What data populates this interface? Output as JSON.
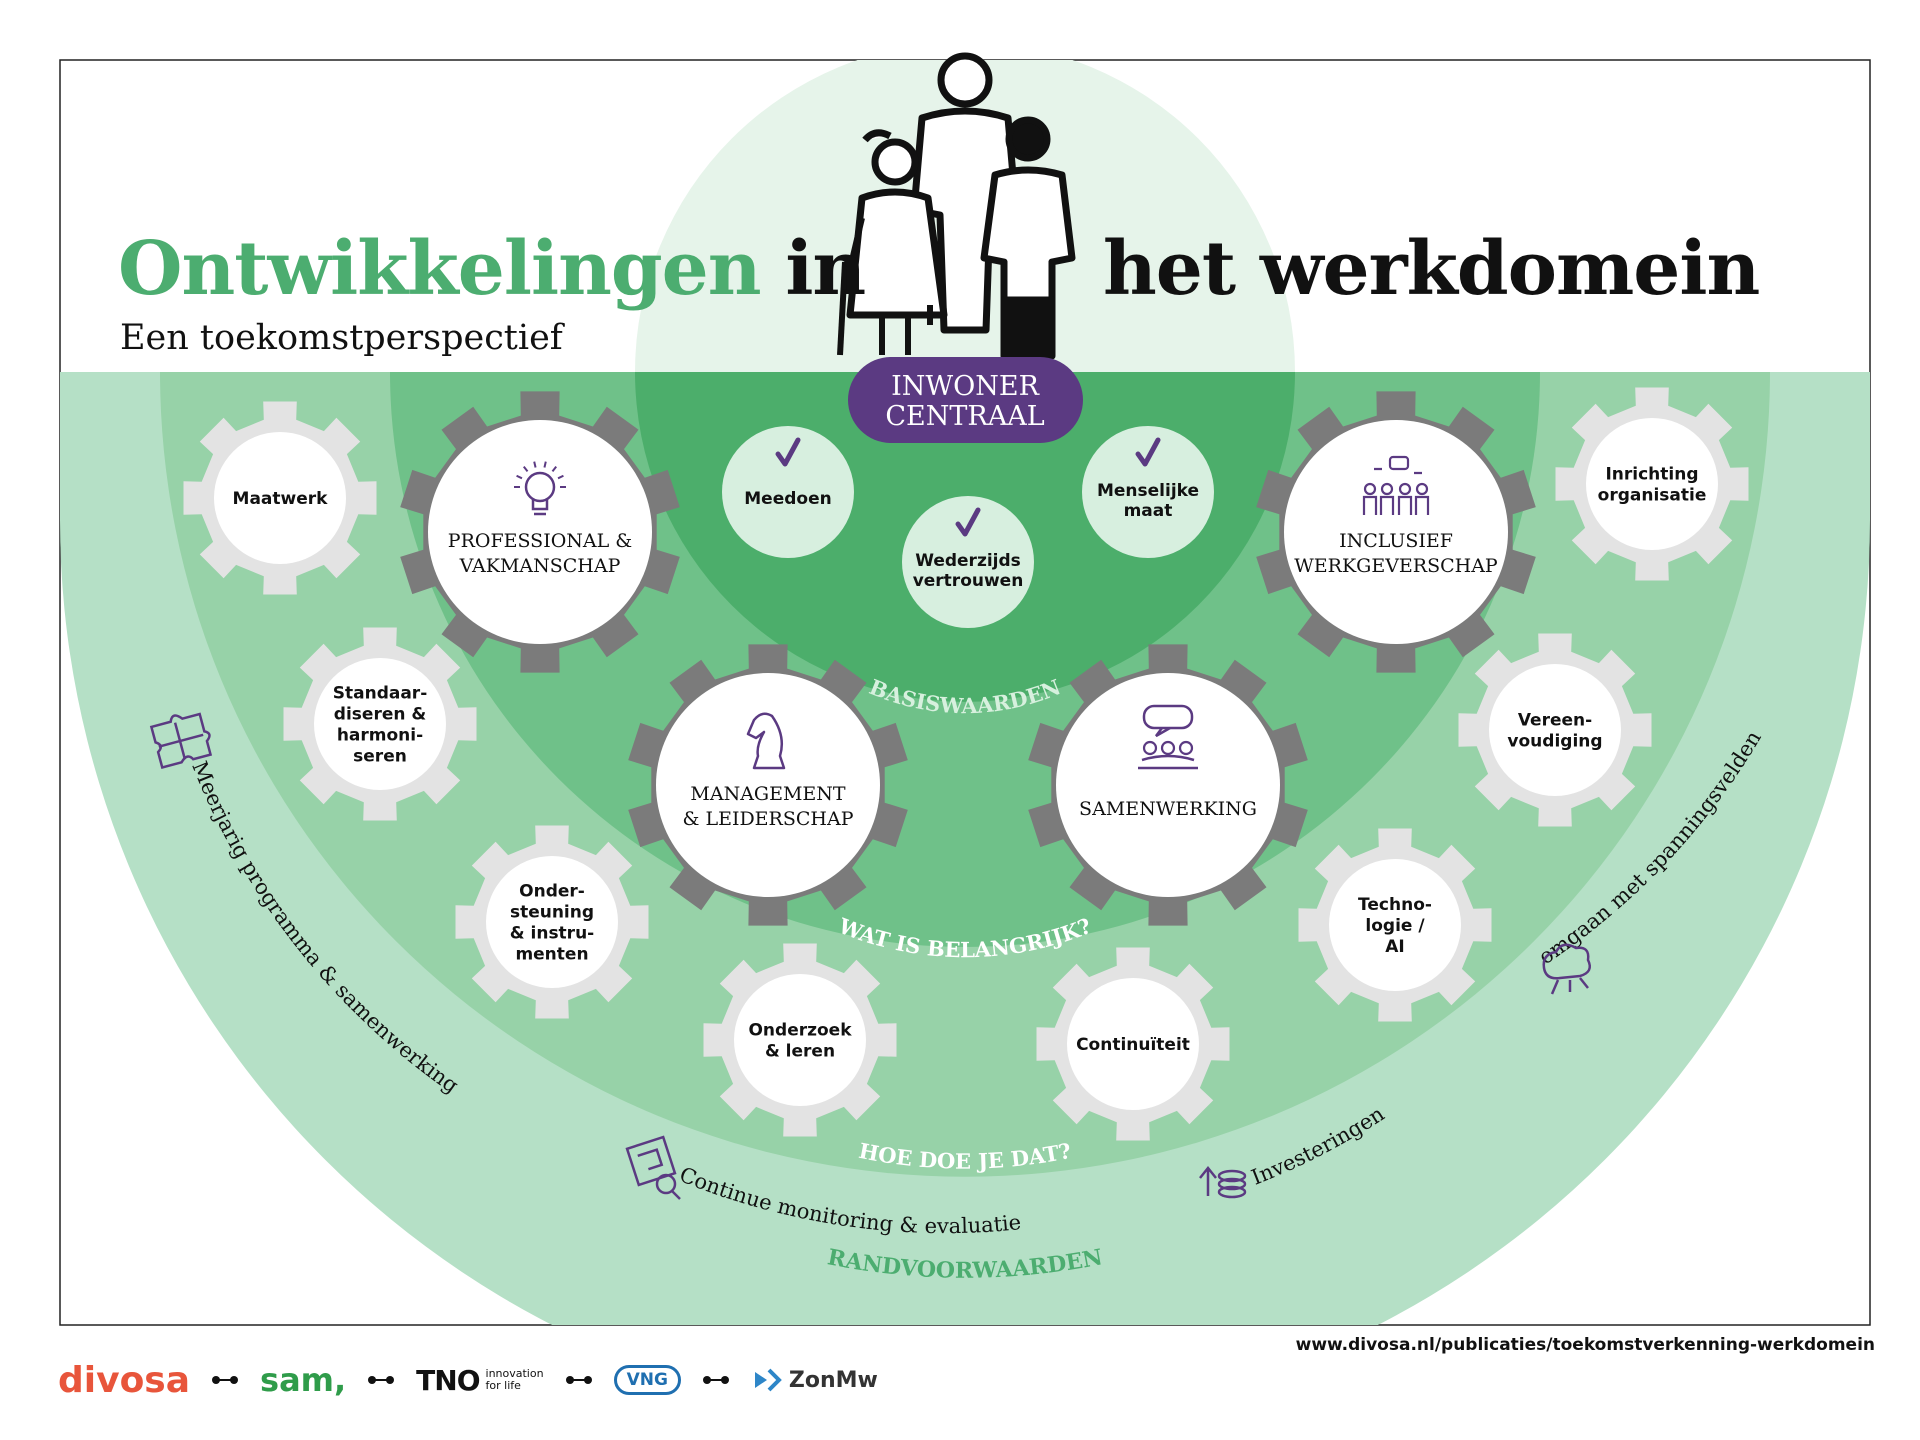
{
  "title": {
    "part1": "Ontwikkelingen",
    "part2": "in",
    "part3": "het werkdomein",
    "subtitle": "Een toekomstperspectief"
  },
  "colors": {
    "green_title": "#4cad70",
    "ring_outer": "#b5e0c6",
    "ring_middle": "#97d2a8",
    "ring_inner": "#6fc189",
    "core": "#4cae6b",
    "pale_circle": "#e6f4ea",
    "purple": "#5b3a82",
    "gear_gray": "#7b7b7b",
    "gear_light": "#e3e3e3"
  },
  "center": {
    "badge_line1": "INWONER",
    "badge_line2": "CENTRAAL",
    "icon": "people-group-icon"
  },
  "values": [
    {
      "label_line1": "Meedoen",
      "label_line2": "",
      "icon": "check-icon"
    },
    {
      "label_line1": "Wederzijds",
      "label_line2": "vertrouwen",
      "icon": "check-icon"
    },
    {
      "label_line1": "Menselijke",
      "label_line2": "maat",
      "icon": "check-icon"
    }
  ],
  "ring_labels": {
    "basiswaarden": "BASISWAARDEN",
    "wat_is_belangrijk": "WAT IS BELANGRIJK?",
    "hoe_doe_je_dat": "HOE DOE JE DAT?",
    "randvoorwaarden": "RANDVOORWAARDEN"
  },
  "big_gears": [
    {
      "line1": "PROFESSIONAL &",
      "line2": "VAKMANSCHAP",
      "icon": "lightbulb-icon"
    },
    {
      "line1": "INCLUSIEF",
      "line2": "WERKGEVERSCHAP",
      "icon": "people-speech-icon"
    },
    {
      "line1": "MANAGEMENT",
      "line2": "& LEIDERSCHAP",
      "icon": "chess-knight-icon"
    },
    {
      "line1": "SAMENWERKING",
      "line2": "",
      "icon": "meeting-icon"
    }
  ],
  "small_gears": [
    {
      "lines": [
        "Maatwerk"
      ]
    },
    {
      "lines": [
        "Standaar-",
        "diseren &",
        "harmoni-",
        "seren"
      ]
    },
    {
      "lines": [
        "Onder-",
        "steuning",
        "& instru-",
        "menten"
      ]
    },
    {
      "lines": [
        "Onderzoek",
        "& leren"
      ]
    },
    {
      "lines": [
        "Continuïteit"
      ]
    },
    {
      "lines": [
        "Techno-",
        "logie /",
        "AI"
      ]
    },
    {
      "lines": [
        "Vereen-",
        "voudiging"
      ]
    },
    {
      "lines": [
        "Inrichting",
        "organisatie"
      ]
    }
  ],
  "conditions": [
    {
      "text": "Meerjarig programma & samenwerking",
      "icon": "puzzle-icon"
    },
    {
      "text": "Continue monitoring & evaluatie",
      "icon": "maze-magnifier-icon"
    },
    {
      "text": "Investeringen",
      "icon": "coins-growth-icon"
    },
    {
      "text": "omgaan met spanningsvelden",
      "icon": "brain-storm-icon"
    }
  ],
  "footer": {
    "url": "www.divosa.nl/publicaties/toekomstverkenning-werkdomein",
    "logos": {
      "divosa": "divosa",
      "sam": "sam,",
      "tno": "TNO",
      "tno_tag1": "innovation",
      "tno_tag2": "for life",
      "vng": "VNG",
      "zonmw": "ZonMw"
    }
  }
}
